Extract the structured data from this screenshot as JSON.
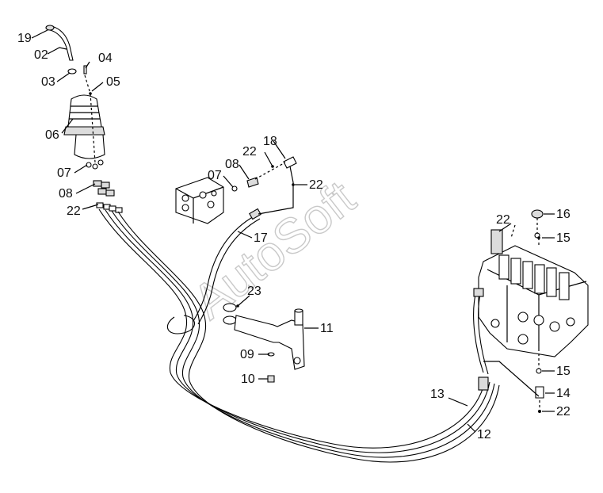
{
  "watermark": "AutoSoft",
  "callouts": {
    "c19": "19",
    "c02": "02",
    "c03": "03",
    "c04": "04",
    "c05": "05",
    "c06": "06",
    "c07a": "07",
    "c08a": "08",
    "c22a": "22",
    "c07b": "07",
    "c08b": "08",
    "c22b": "22",
    "c18": "18",
    "c22c": "22",
    "c17": "17",
    "c23": "23",
    "c09": "09",
    "c10": "10",
    "c11": "11",
    "c22d": "22",
    "c16": "16",
    "c15a": "15",
    "c15b": "15",
    "c14": "14",
    "c22e": "22",
    "c13": "13",
    "c12": "12"
  }
}
